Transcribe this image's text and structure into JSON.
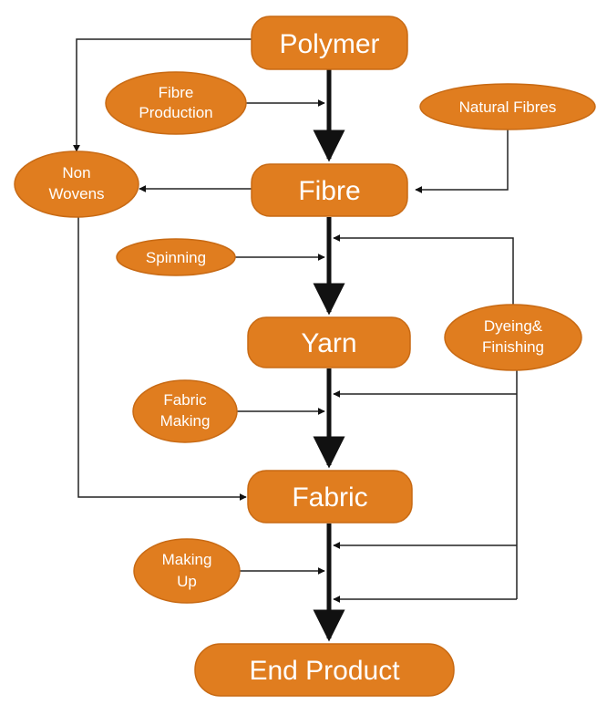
{
  "diagram": {
    "nodes": {
      "polymer": "Polymer",
      "fibre": "Fibre",
      "yarn": "Yarn",
      "fabric": "Fabric",
      "end_product": "End Product",
      "fibre_production": [
        "Fibre",
        "Production"
      ],
      "natural_fibres": "Natural Fibres",
      "non_wovens": [
        "Non",
        "Wovens"
      ],
      "spinning": "Spinning",
      "dyeing_finishing": [
        "Dyeing&",
        "Finishing"
      ],
      "fabric_making": [
        "Fabric",
        "Making"
      ],
      "making_up": [
        "Making",
        "Up"
      ]
    },
    "colors": {
      "node_fill": "#e07d1f",
      "node_text": "#ffffff",
      "connector": "#111111"
    }
  }
}
